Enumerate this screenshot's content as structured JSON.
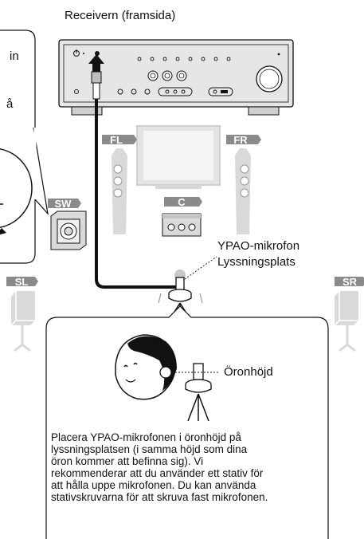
{
  "receiver_caption": "Receivern (framsida)",
  "left_bubble_text": "in",
  "left_bubble_text2": "å",
  "speakers": {
    "fl": "FL",
    "fr": "FR",
    "c": "C",
    "sw": "SW",
    "sl": "SL",
    "sr": "SR"
  },
  "mic_label_1": "YPAO-mikrofon",
  "mic_label_2": "Lyssningsplats",
  "ear_height_label": "Öronhöjd",
  "instruction": "Placera YPAO-mikrofonen i öronhöjd på\nlyssningsplatsen (i samma höjd som dina\nöron kommer att befinna sig). Vi\nrekommenderar att du använder ett stativ för\natt hålla uppe mikrofonen. Du kan använda\nstativskruvarna för att skruva fast mikrofonen.",
  "colors": {
    "speaker_tag": "#8a8a8a",
    "speaker_body": "#d9d9d9",
    "outline": "#111111",
    "cable": "#111111"
  }
}
